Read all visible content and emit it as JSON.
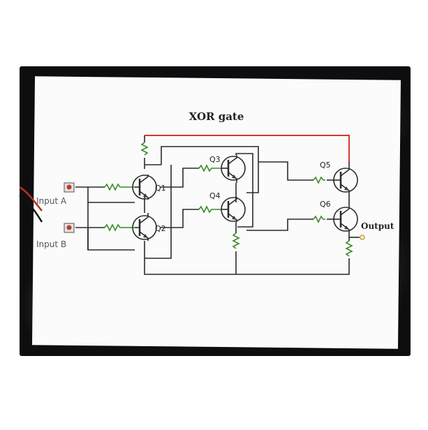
{
  "diagram": {
    "title": "XOR gate",
    "transistors": [
      {
        "id": "q1",
        "label": "Q1"
      },
      {
        "id": "q2",
        "label": "Q2"
      },
      {
        "id": "q3",
        "label": "Q3"
      },
      {
        "id": "q4",
        "label": "Q4"
      },
      {
        "id": "q5",
        "label": "Q5"
      },
      {
        "id": "q6",
        "label": "Q6"
      }
    ],
    "inputs": [
      {
        "id": "input-a",
        "label": "Input A"
      },
      {
        "id": "input-b",
        "label": "Input B"
      }
    ],
    "output": {
      "label": "Output"
    }
  },
  "colors": {
    "wire": "#2a2a2a",
    "power_rail": "#d6382f",
    "resistor": "#3a8a2a",
    "transistor_fill": "#3f3f3f",
    "backdrop": "#0e0e10",
    "paper": "#fbfbfb"
  }
}
